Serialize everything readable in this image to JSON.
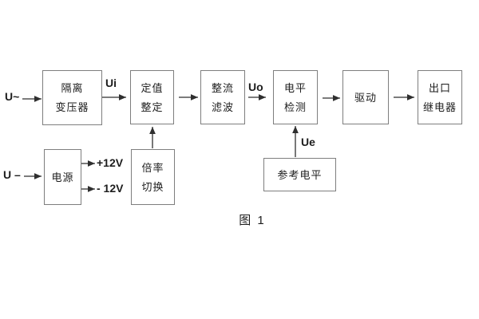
{
  "diagram": {
    "caption": "图 1",
    "inputs": {
      "ac_label": "U~",
      "dc_label": "U –"
    },
    "signal_labels": {
      "ui": "Ui",
      "uo": "Uo",
      "ue": "Ue",
      "plus_12v": "+12V",
      "minus_12v": "- 12V"
    },
    "blocks": {
      "isolation_transformer": {
        "line1": "隔离",
        "line2": "变压器"
      },
      "setpoint_adjustment": {
        "line1": "定值",
        "line2": "整定"
      },
      "rectifier_filter": {
        "line1": "整流",
        "line2": "滤波"
      },
      "level_detection": {
        "line1": "电平",
        "line2": "检测"
      },
      "driver": {
        "label": "驱动"
      },
      "output_relay": {
        "line1": "出口",
        "line2": "继电器"
      },
      "power_supply": {
        "label": "电源"
      },
      "ratio_switching": {
        "line1": "倍率",
        "line2": "切换"
      },
      "reference_level": {
        "label": "参考电平"
      }
    },
    "colors": {
      "background": "#ffffff",
      "box_border": "#7e7e7e",
      "arrow": "#2f2f2f",
      "text": "#1d1d1d"
    }
  }
}
